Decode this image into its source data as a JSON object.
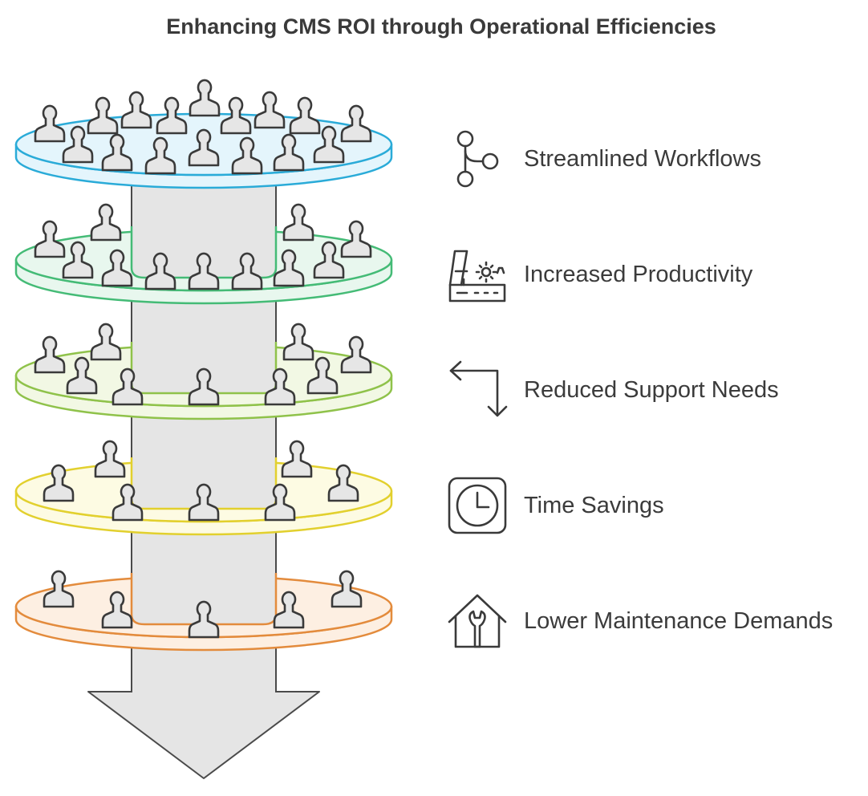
{
  "title": "Enhancing CMS ROI through Operational Efficiencies",
  "layers": [
    {
      "label": "Streamlined Workflows",
      "icon": "workflow-branch-icon",
      "fill": "#e4f5fc",
      "stroke": "#2aabd8"
    },
    {
      "label": "Increased Productivity",
      "icon": "factory-icon",
      "fill": "#e8f7ee",
      "stroke": "#44bb76"
    },
    {
      "label": "Reduced Support Needs",
      "icon": "turn-arrow-icon",
      "fill": "#f2f8e4",
      "stroke": "#8fc24a"
    },
    {
      "label": "Time Savings",
      "icon": "clock-icon",
      "fill": "#fdfbe3",
      "stroke": "#e2d02e"
    },
    {
      "label": "Lower Maintenance Demands",
      "icon": "house-wrench-icon",
      "fill": "#fdefe2",
      "stroke": "#e38b3c"
    }
  ],
  "colors": {
    "column": "#e5e5e5",
    "column_stroke": "#4a4a4a",
    "icon_stroke": "#3a3a3a",
    "person_fill": "#e6e6e6"
  }
}
